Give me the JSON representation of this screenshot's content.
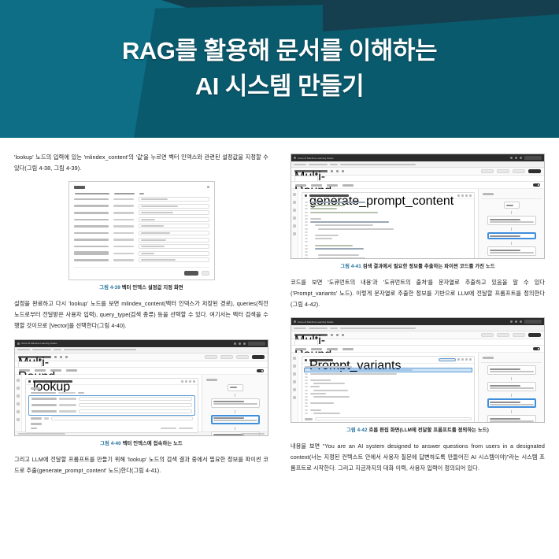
{
  "banner": {
    "line1": "RAG를 활용해 문서를 이해하는",
    "line2": "AI 시스템 만들기",
    "bg_dark": "#123f4c",
    "bg_mid": "#0a5a6e",
    "bg_teal": "#0d6e85",
    "text_color": "#ffffff"
  },
  "left_column": {
    "para1": "'lookup' 노드의 입력에 있는 'mlindex_content'의 '값'을 누르면 벡터 인덱스와 관련된 설정값을 지정할 수 있다(그림 4-38, 그림 4-39).",
    "figure39": {
      "caption_num": "그림 4-39",
      "caption_text": "벡터 인덱스 설정값 지정 화면",
      "dialog": {
        "col_headers": [
          "이름",
          "유형",
          "값"
        ],
        "rows": [
          {
            "name": "index_type",
            "type": "string",
            "value": "Azure AI Search"
          },
          {
            "name": "acs_index_connection",
            "type": "AzureAISearch",
            "value": "aoai-embedding-abc-001"
          },
          {
            "name": "acs_index_name",
            "type": "string",
            "value": "gpxxx-tg-fbvz6n75xj"
          },
          {
            "name": "acs_content_field",
            "type": "string",
            "value": "content"
          },
          {
            "name": "acs_embedding_field",
            "type": "string",
            "value": "contentVector"
          },
          {
            "name": "acs_metadata_field",
            "type": "string",
            "value": "meta_json_string"
          },
          {
            "name": "semantic_configuration",
            "type": "string",
            "value": "azureml-default"
          },
          {
            "name": "embedding_type",
            "type": "string",
            "value": "Azure OpenAI"
          },
          {
            "name": "aoai_embedding_connection",
            "type": "AzureOpenAI",
            "value": "aoai-abc"
          },
          {
            "name": "embedding_deployment",
            "type": "string",
            "value": "text-embedding-ada-002"
          }
        ],
        "buttons": {
          "primary": "저장",
          "secondary": "취소"
        }
      }
    },
    "para2": "설정을 완료하고 다시 'lookup' 노드를 보면 mlindex_content(벡터 인덱스가 저장된 경로), queries(직전 노드로부터 전달받은 사용자 입력), query_type(검색 종류) 등을 선택할 수 있다. 여기서는 벡터 검색을 수행할 것이므로 [Vector]를 선택한다(그림 4-40).",
    "figure40": {
      "caption_num": "그림 4-40",
      "caption_text": "벡터 인덱스에 접속하는 노드",
      "window_title": "Azure AI Machine Learning Studio",
      "flow_name": "Multi-Round Q&A on...",
      "selected_node": "lookup",
      "next_node": "generate_prompt_content",
      "fields": [
        {
          "name": "mlindex_content",
          "type": "string",
          "value": "{\"index_kind\":\"acs\",\"connection\":{\"id\":\"/subscriptions/...\"}}"
        },
        {
          "name": "queries",
          "type": "object",
          "value": "${modify_query_with_history.output}"
        },
        {
          "name": "query_type",
          "type": "string",
          "value": "Vector"
        },
        {
          "name": "topK",
          "type": "int",
          "value": "2"
        }
      ]
    },
    "para3": "그리고 LLM에 전달할 프롬프트를 만들기 위해 'lookup' 노드의 검색 결과 중에서 필요한 정보를 파이썬 코드로 추출(generate_prompt_content' 노드)한다(그림 4-41)."
  },
  "right_column": {
    "figure41": {
      "caption_num": "그림 4-41",
      "caption_text": "검색 결과에서 필요한 정보를 추출하는 파이썬 코드를 가진 노드",
      "window_title": "Azure AI Machine Learning Studio",
      "flow_name": "Multi-Round Q&A on...",
      "node_name": "generate_prompt_content",
      "selected_node": "generate_prompt_content"
    },
    "para1": "코드를 보면 '도큐먼트의 내용'과 '도큐먼트의 출처'를 문자열로 추출하고 있음을 알 수 있다('Prompt_variants' 노드). 이렇게 문자열로 추출한 정보를 기반으로 LLM에 전달할 프롬프트를 정의한다(그림 4-42).",
    "figure42": {
      "caption_num": "그림 4-42",
      "caption_text": "흐름 편집 화면(LLM에 전달할 프롬프트를 정의하는 노드)",
      "window_title": "Azure AI Machine Learning Studio",
      "flow_name": "Multi-Round Q&A on...",
      "node_name": "Prompt_variants",
      "selected_node": "Prompt_variants"
    },
    "para2": "내용을 보면 “You are an AI system designed to answer questions from users in a designated context(너는 지정된 컨텍스트 안에서 사용자 질문에 답변하도록 만들어진 AI 시스템이야)”라는 시스템 프롬프트로 시작한다. 그리고 지금까지의 대화 이력, 사용자 입력이 정의되어 있다."
  }
}
